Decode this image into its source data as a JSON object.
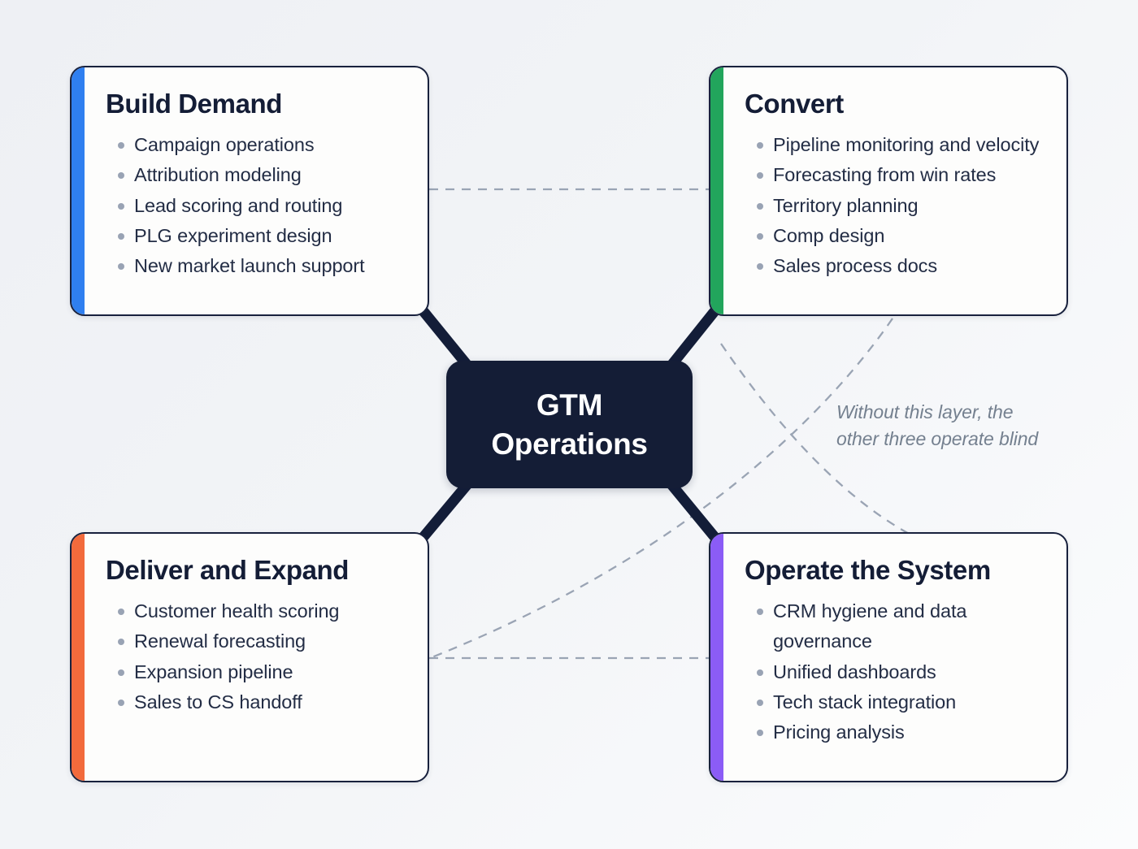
{
  "diagram": {
    "title": "GTM Operations four-quadrant map",
    "background_color": "#f1f3f6",
    "hub": {
      "label": "GTM\nOperations",
      "background_color": "#141d36",
      "text_color": "#ffffff"
    },
    "annotation": {
      "text": "Without this layer, the\nother three operate blind",
      "color": "#74808f",
      "style": "italic"
    },
    "cards": [
      {
        "id": "build-demand",
        "title": "Build Demand",
        "accent_color": "#2f7ff0",
        "position": "top-left",
        "items": [
          "Campaign operations",
          "Attribution modeling",
          "Lead scoring and routing",
          "PLG experiment design",
          "New market launch support"
        ]
      },
      {
        "id": "convert",
        "title": "Convert",
        "accent_color": "#22a55c",
        "position": "top-right",
        "items": [
          "Pipeline monitoring and velocity",
          "Forecasting from win rates",
          "Territory planning",
          "Comp design",
          "Sales process docs"
        ]
      },
      {
        "id": "deliver-expand",
        "title": "Deliver and Expand",
        "accent_color": "#f26a3c",
        "position": "bottom-left",
        "items": [
          "Customer health scoring",
          "Renewal forecasting",
          "Expansion pipeline",
          "Sales to CS handoff"
        ]
      },
      {
        "id": "operate-system",
        "title": "Operate the System",
        "accent_color": "#8b5cf6",
        "position": "bottom-right",
        "items": [
          "CRM hygiene and data governance",
          "Unified dashboards",
          "Tech stack integration",
          "Pricing analysis"
        ]
      }
    ],
    "connectors": {
      "spoke_color": "#131d38",
      "dashed_color": "#9aa4b4",
      "spokes": [
        "build-demand-to-hub",
        "convert-to-hub",
        "deliver-expand-to-hub",
        "operate-system-to-hub"
      ],
      "dashed_links": [
        "build-demand-to-convert",
        "deliver-expand-to-operate-system",
        "convert-to-deliver-expand",
        "operate-system-to-convert"
      ]
    }
  }
}
